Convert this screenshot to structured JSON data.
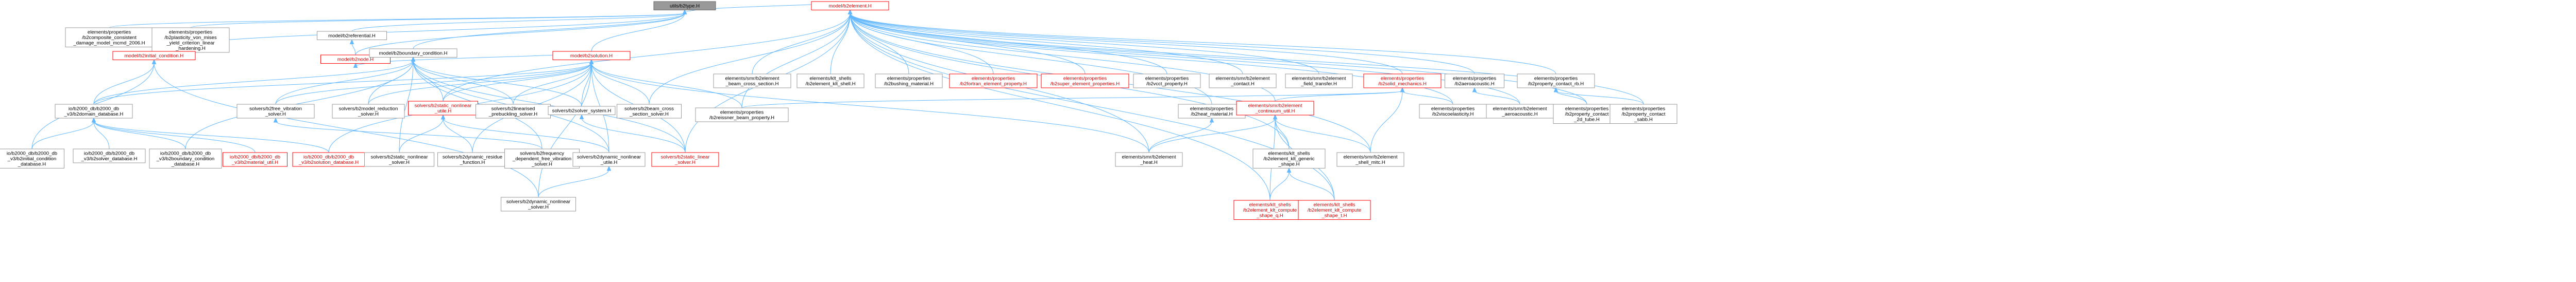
{
  "graph": {
    "type": "include-dependency-graph",
    "nodes": [
      {
        "id": "root",
        "lines": [
          "utils/b2type.H"
        ],
        "style": "root"
      },
      {
        "id": "n1",
        "lines": [
          "elements/properties",
          "/b2composite_consistent",
          "_damage_model_mcmd_2006.H"
        ],
        "style": "normal"
      },
      {
        "id": "n2",
        "lines": [
          "elements/properties",
          "/b2plasticity_von_mises",
          "_yield_criterion_linear",
          "_hardening.H"
        ],
        "style": "normal"
      },
      {
        "id": "n3",
        "lines": [
          "model/b2referential.H"
        ],
        "style": "normal"
      },
      {
        "id": "n4",
        "lines": [
          "model/b2node.H"
        ],
        "style": "warn"
      },
      {
        "id": "n5",
        "lines": [
          "model/b2initial_condition.H"
        ],
        "style": "warn"
      },
      {
        "id": "n6",
        "lines": [
          "model/b2boundary_condition.H"
        ],
        "style": "normal"
      },
      {
        "id": "n7",
        "lines": [
          "model/b2solution.H"
        ],
        "style": "warn"
      },
      {
        "id": "n8",
        "lines": [
          "model/b2element.H"
        ],
        "style": "warn"
      },
      {
        "id": "n9",
        "lines": [
          "elements/smr/b2element",
          "_beam_cross_section.H"
        ],
        "style": "normal"
      },
      {
        "id": "n10",
        "lines": [
          "elements/klt_shells",
          "/b2element_klt_shell.H"
        ],
        "style": "normal"
      },
      {
        "id": "n11",
        "lines": [
          "elements/properties",
          "/b2bushing_material.H"
        ],
        "style": "normal"
      },
      {
        "id": "n12",
        "lines": [
          "elements/properties",
          "/b2fortran_element_property.H"
        ],
        "style": "warn"
      },
      {
        "id": "n13",
        "lines": [
          "elements/properties",
          "/b2super_element_properties.H"
        ],
        "style": "warn"
      },
      {
        "id": "n14",
        "lines": [
          "elements/properties",
          "/b2vcct_property.H"
        ],
        "style": "normal"
      },
      {
        "id": "n15",
        "lines": [
          "elements/smr/b2element",
          "_contact.H"
        ],
        "style": "normal"
      },
      {
        "id": "n16",
        "lines": [
          "elements/smr/b2element",
          "_field_transfer.H"
        ],
        "style": "normal"
      },
      {
        "id": "n17",
        "lines": [
          "elements/properties",
          "/b2solid_mechanics.H"
        ],
        "style": "warn"
      },
      {
        "id": "n18",
        "lines": [
          "elements/properties",
          "/b2aeroacoustic.H"
        ],
        "style": "normal"
      },
      {
        "id": "n19",
        "lines": [
          "elements/properties",
          "/b2property_contact_rb.H"
        ],
        "style": "normal"
      },
      {
        "id": "n20",
        "lines": [
          "solvers/b2free_vibration",
          "_solver.H"
        ],
        "style": "normal"
      },
      {
        "id": "n21",
        "lines": [
          "solvers/b2model_reduction",
          "_solver.H"
        ],
        "style": "normal"
      },
      {
        "id": "n22",
        "lines": [
          "solvers/b2static_nonlinear",
          "_utile.H"
        ],
        "style": "warn"
      },
      {
        "id": "n23",
        "lines": [
          "solvers/b2linearised",
          "_prebuckling_solver.H"
        ],
        "style": "normal"
      },
      {
        "id": "n24",
        "lines": [
          "solvers/b2solver_system.H"
        ],
        "style": "normal"
      },
      {
        "id": "n25",
        "lines": [
          "solvers/b2beam_cross",
          "_section_solver.H"
        ],
        "style": "normal"
      },
      {
        "id": "n26",
        "lines": [
          "elements/properties",
          "/b2reissner_beam_property.H"
        ],
        "style": "normal"
      },
      {
        "id": "n27",
        "lines": [
          "io/b2000_db/b2000_db",
          "_v3/b2domain_database.H"
        ],
        "style": "normal"
      },
      {
        "id": "n28",
        "lines": [
          "elements/properties",
          "/b2heat_material.H"
        ],
        "style": "normal"
      },
      {
        "id": "n29",
        "lines": [
          "elements/smr/b2element",
          "_continuum_util.H"
        ],
        "style": "warn"
      },
      {
        "id": "n30",
        "lines": [
          "elements/properties",
          "/b2viscoelasticity.H"
        ],
        "style": "normal"
      },
      {
        "id": "n31",
        "lines": [
          "elements/smr/b2element",
          "_aeroacoustic.H"
        ],
        "style": "normal"
      },
      {
        "id": "n32",
        "lines": [
          "elements/properties",
          "/b2property_contact",
          "_2d_tube.H"
        ],
        "style": "normal"
      },
      {
        "id": "n33",
        "lines": [
          "elements/properties",
          "/b2property_contact",
          "_sabb.H"
        ],
        "style": "normal"
      },
      {
        "id": "n34",
        "lines": [
          "io/b2000_db/b2000_db",
          "_v3/b2initial_condition",
          "_database.H"
        ],
        "style": "normal"
      },
      {
        "id": "n35",
        "lines": [
          "io/b2000_db/b2000_db",
          "_v3/b2solver_database.H"
        ],
        "style": "normal"
      },
      {
        "id": "n36",
        "lines": [
          "io/b2000_db/b2000_db",
          "_v3/b2boundary_condition",
          "_database.H"
        ],
        "style": "normal"
      },
      {
        "id": "n37",
        "lines": [
          "io/b2000_db/b2000_db",
          "_v3/b2material_util.H"
        ],
        "style": "warn"
      },
      {
        "id": "n38",
        "lines": [
          "io/b2000_db/b2000_db",
          "_v3/b2solution_database.H"
        ],
        "style": "warn"
      },
      {
        "id": "n39",
        "lines": [
          "solvers/b2static_nonlinear",
          "_solver.H"
        ],
        "style": "normal"
      },
      {
        "id": "n40",
        "lines": [
          "solvers/b2dynamic_residue",
          "_function.H"
        ],
        "style": "normal"
      },
      {
        "id": "n41",
        "lines": [
          "solvers/b2frequency",
          "_dependent_free_vibration",
          "_solver.H"
        ],
        "style": "normal"
      },
      {
        "id": "n42",
        "lines": [
          "solvers/b2dynamic_nonlinear",
          "_utile.H"
        ],
        "style": "normal"
      },
      {
        "id": "n43",
        "lines": [
          "solvers/b2static_linear",
          "_solver.H"
        ],
        "style": "warn"
      },
      {
        "id": "n44",
        "lines": [
          "elements/smr/b2element",
          "_heat.H"
        ],
        "style": "normal"
      },
      {
        "id": "n45",
        "lines": [
          "elements/klt_shells",
          "/b2element_klt_generic",
          "_shape.H"
        ],
        "style": "normal"
      },
      {
        "id": "n46",
        "lines": [
          "elements/smr/b2element",
          "_shell_mitc.H"
        ],
        "style": "normal"
      },
      {
        "id": "n47",
        "lines": [
          "solvers/b2dynamic_nonlinear",
          "_solver.H"
        ],
        "style": "normal"
      },
      {
        "id": "n48",
        "lines": [
          "elements/klt_shells",
          "/b2element_klt_compute",
          "_shape_q.H"
        ],
        "style": "warn"
      },
      {
        "id": "n49",
        "lines": [
          "elements/klt_shells",
          "/b2element_klt_compute",
          "_shape_t.H"
        ],
        "style": "warn"
      }
    ]
  }
}
